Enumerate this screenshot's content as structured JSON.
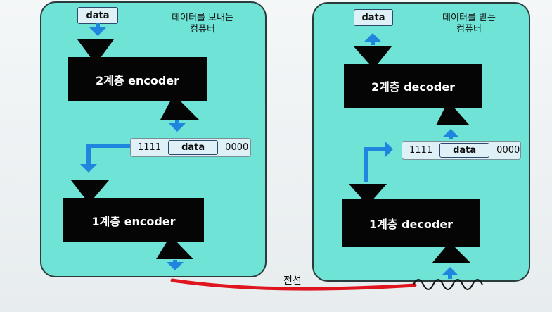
{
  "sender": {
    "title_line1": "데이터를 보내는",
    "title_line2": "컴퓨터",
    "data_label": "data",
    "layer2_label": "2계층  encoder",
    "layer1_label": "1계층  encoder",
    "frame": {
      "prefix": "1111",
      "payload": "data",
      "suffix": "0000"
    }
  },
  "receiver": {
    "title_line1": "데이터를 받는",
    "title_line2": "컴퓨터",
    "data_label": "data",
    "layer2_label": "2계층  decoder",
    "layer1_label": "1계층  decoder",
    "frame": {
      "prefix": "1111",
      "payload": "data",
      "suffix": "0000"
    }
  },
  "wire": {
    "label": "전선"
  },
  "colors": {
    "panel": "#6fe3d6",
    "block": "#050505",
    "arrow": "#1f86e0",
    "wire": "#e0141e"
  }
}
